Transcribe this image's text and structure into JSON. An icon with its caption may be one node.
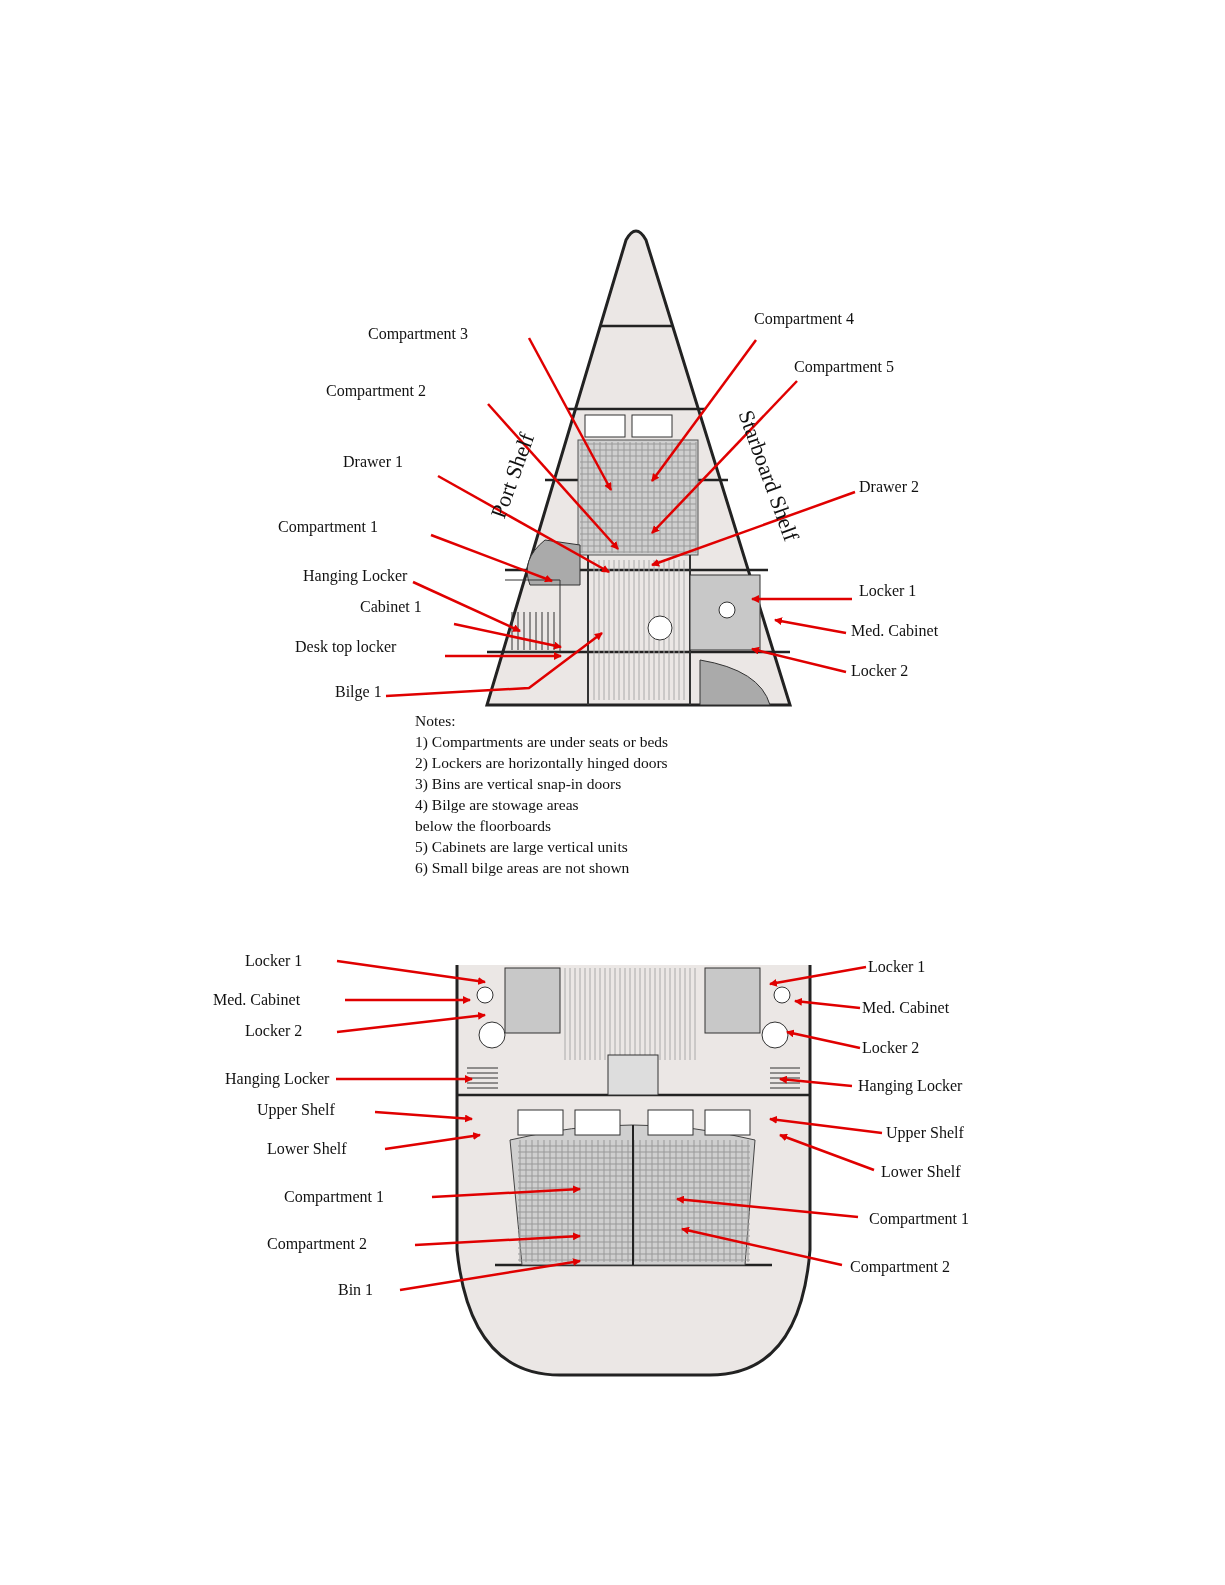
{
  "diagram": {
    "nodes": [
      {
        "text": [
          "Compartment 4"
        ]
      },
      {
        "text": [
          "Compartment 3"
        ]
      },
      {
        "text": [
          "Compartment 5"
        ]
      },
      {
        "text": [
          "Compartment 2"
        ]
      },
      {
        "text": [
          "Drawer 1"
        ]
      },
      {
        "text": [
          "Drawer 2"
        ]
      },
      {
        "text": [
          "Compartment 1"
        ]
      },
      {
        "text": [
          "Hanging Locker"
        ]
      },
      {
        "text": [
          "Locker 1"
        ]
      },
      {
        "text": [
          "Cabinet 1"
        ]
      },
      {
        "text": [
          "Med. Cabinet"
        ]
      },
      {
        "text": [
          "Desk top locker"
        ]
      },
      {
        "text": [
          "Locker 2"
        ]
      },
      {
        "text": [
          "Bilge 1"
        ]
      },
      {
        "text": [
          "Locker 1"
        ]
      },
      {
        "text": [
          "Locker 1"
        ]
      },
      {
        "text": [
          "Med. Cabinet"
        ]
      },
      {
        "text": [
          "Med. Cabinet"
        ]
      },
      {
        "text": [
          "Locker 2"
        ]
      },
      {
        "text": [
          "Locker 2"
        ]
      },
      {
        "text": [
          "Hanging Locker"
        ]
      },
      {
        "text": [
          "Hanging Locker"
        ]
      },
      {
        "text": [
          "Upper Shelf"
        ]
      },
      {
        "text": [
          "Upper Shelf"
        ]
      },
      {
        "text": [
          "Lower Shelf"
        ]
      },
      {
        "text": [
          "Lower Shelf"
        ]
      },
      {
        "text": [
          "Compartment 1"
        ]
      },
      {
        "text": [
          "Compartment 1"
        ]
      },
      {
        "text": [
          "Compartment 2"
        ]
      },
      {
        "text": [
          "Compartment 2"
        ]
      },
      {
        "text": [
          "Bin 1"
        ]
      }
    ],
    "edges": [
      {
        "from": 0,
        "to": null,
        "arrow": "to"
      },
      {
        "from": 1,
        "to": null,
        "arrow": "to"
      },
      {
        "from": 2,
        "to": null,
        "arrow": "to"
      },
      {
        "from": 3,
        "to": null,
        "arrow": "to"
      },
      {
        "from": 4,
        "to": null,
        "arrow": "to"
      },
      {
        "from": 5,
        "to": null,
        "arrow": "to"
      },
      {
        "from": 6,
        "to": null,
        "arrow": "to"
      },
      {
        "from": 7,
        "to": null,
        "arrow": "to"
      },
      {
        "from": 8,
        "to": null,
        "arrow": "to"
      },
      {
        "from": 9,
        "to": null,
        "arrow": "to"
      },
      {
        "from": 10,
        "to": null,
        "arrow": "to"
      },
      {
        "from": 11,
        "to": null,
        "arrow": "to"
      },
      {
        "from": 12,
        "to": null,
        "arrow": "to"
      },
      {
        "from": 13,
        "to": null,
        "arrow": "to"
      },
      {
        "from": 14,
        "to": null,
        "arrow": "to"
      },
      {
        "from": 15,
        "to": null,
        "arrow": "to"
      },
      {
        "from": 16,
        "to": null,
        "arrow": "to"
      },
      {
        "from": 17,
        "to": null,
        "arrow": "to"
      },
      {
        "from": 18,
        "to": null,
        "arrow": "to"
      },
      {
        "from": 19,
        "to": null,
        "arrow": "to"
      },
      {
        "from": 20,
        "to": null,
        "arrow": "to"
      },
      {
        "from": 21,
        "to": null,
        "arrow": "to"
      },
      {
        "from": 22,
        "to": null,
        "arrow": "to"
      },
      {
        "from": 23,
        "to": null,
        "arrow": "to"
      },
      {
        "from": 24,
        "to": null,
        "arrow": "to"
      },
      {
        "from": 25,
        "to": null,
        "arrow": "to"
      },
      {
        "from": 26,
        "to": null,
        "arrow": "to"
      },
      {
        "from": 27,
        "to": null,
        "arrow": "to"
      },
      {
        "from": 28,
        "to": null,
        "arrow": "to"
      },
      {
        "from": 29,
        "to": null,
        "arrow": "to"
      },
      {
        "from": 30,
        "to": null,
        "arrow": "to"
      }
    ],
    "labels": [
      "Port Shelf",
      "Starboard Shelf",
      "Notes:",
      "1) Compartments are under seats or beds",
      "2) Lockers are horizontally hinged doors",
      "3) Bins are vertical snap-in doors",
      "4) Bilge are stowage areas below the floorboards",
      "5) Cabinets are large vertical units",
      "6) Small bilge areas are not shown"
    ]
  }
}
